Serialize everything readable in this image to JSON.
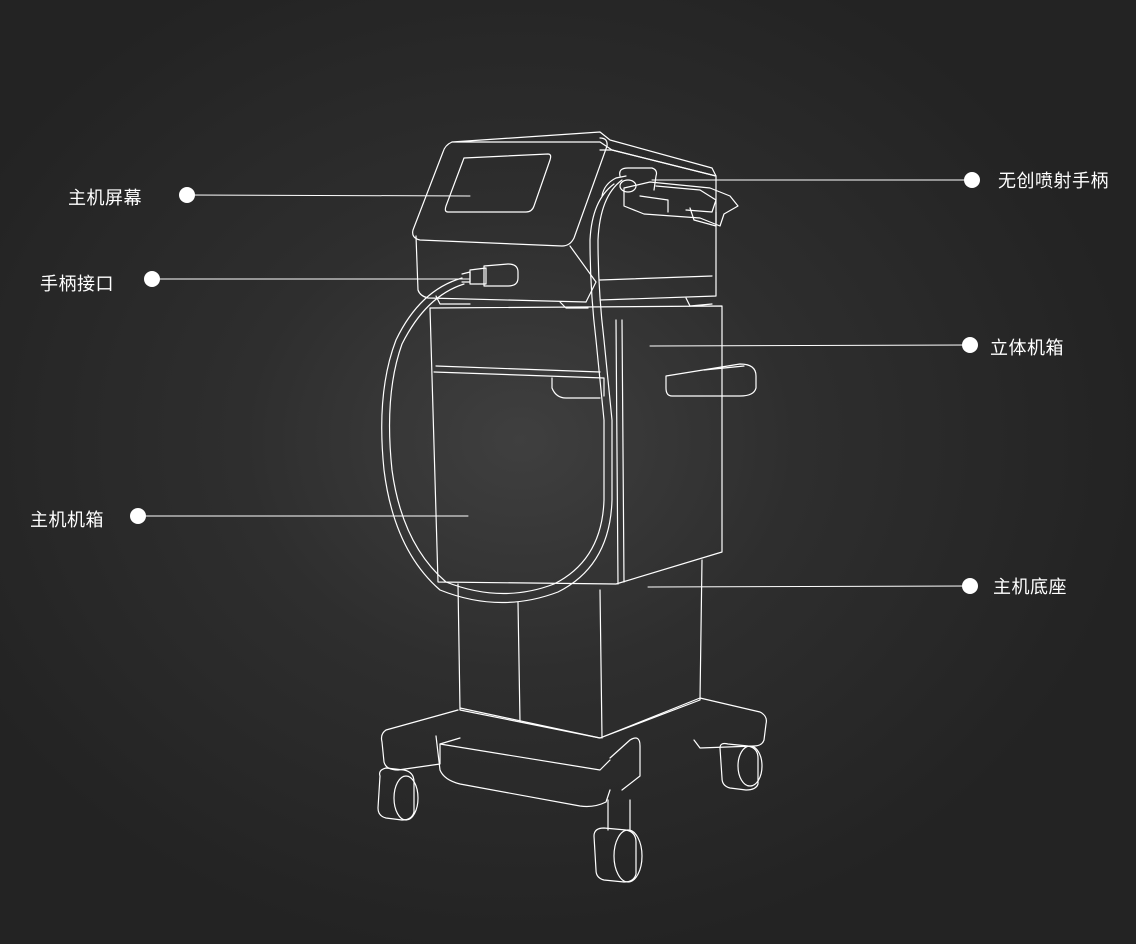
{
  "colors": {
    "line": "#ffffff",
    "background_center": "#3f3f3f",
    "background_edge": "#232323"
  },
  "labels": {
    "host_screen": "主机屏幕",
    "handle_port": "手柄接口",
    "host_cabinet": "主机机箱",
    "needle_free_handpiece": "无创喷射手柄",
    "stereo_box": "立体机箱",
    "host_base": "主机底座"
  }
}
